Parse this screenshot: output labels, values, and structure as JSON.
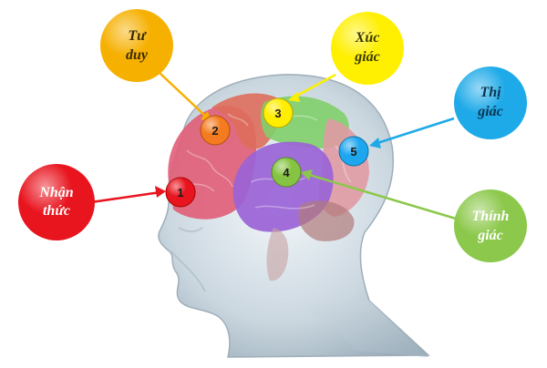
{
  "regions": [
    {
      "id": "nhan-thuc",
      "number": "1",
      "label_lines": [
        "Nhận",
        "thức"
      ],
      "color": "#e8141e",
      "marker_color": "#e8141e",
      "lobe_color": "#e05d77"
    },
    {
      "id": "tu-duy",
      "number": "2",
      "label_lines": [
        "Tư",
        "duy"
      ],
      "color": "#f6b000",
      "marker_color": "#f47b20",
      "lobe_color": "#de6e5c"
    },
    {
      "id": "xuc-giac",
      "number": "3",
      "label_lines": [
        "Xúc",
        "giác"
      ],
      "color": "#ffef00",
      "marker_color": "#ffee00",
      "lobe_color": "#7fcf6a"
    },
    {
      "id": "thi-giac",
      "number": "5",
      "label_lines": [
        "Thị",
        "giác"
      ],
      "color": "#1eaae8",
      "marker_color": "#1ea7ef",
      "lobe_color": "#e09aa3"
    },
    {
      "id": "thinh-giac",
      "number": "4",
      "label_lines": [
        "Thính",
        "giác"
      ],
      "color": "#8cc84b",
      "marker_color": "#86c342",
      "lobe_color": "#9a63d6"
    }
  ]
}
